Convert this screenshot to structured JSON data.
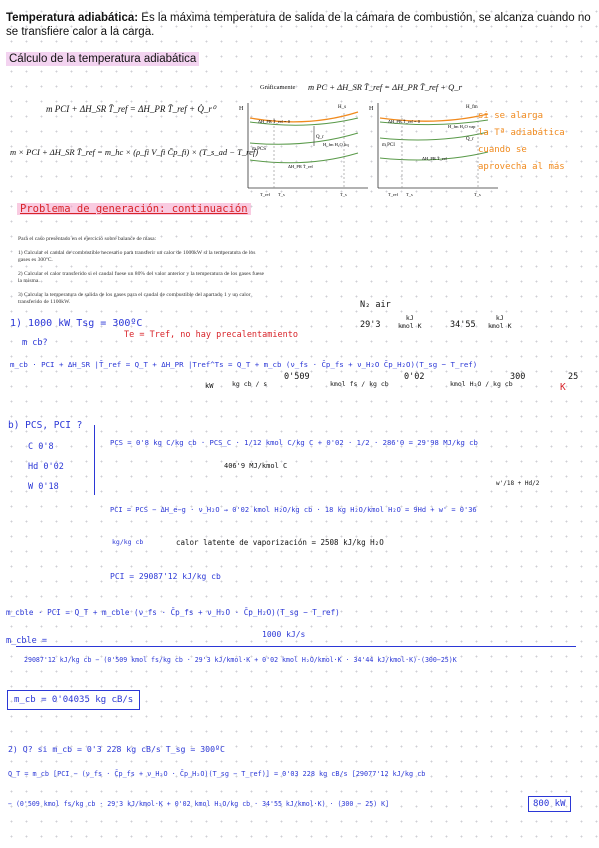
{
  "intro": {
    "bold": "Temperatura adiabática:",
    "text": " Es la máxima temperatura de salida de la cámara de combustión, se alcanza cuando no se transfiere calor a la carga."
  },
  "subtitle": "Cálculo de la temperatura adiabática",
  "formulas": {
    "f1": "m PCI + ΔH_SR T̄_ref = ΔH_PR T̄_ref + Q̇_r⁰",
    "f2": "m × PCI + ΔH_SR T̄_ref = m_hc × (ρ_fi V_fi C̄p_fi) × (T_s_ad − T_ref)"
  },
  "graphs": {
    "caption": "Gráficamente",
    "eq": "m PC + ΔH_SR T̄_ref = ΔH_PR T̄_ref + Q_r",
    "left": {
      "H": "H",
      "Hs": "H_s",
      "tag1": "ΔH_PR T̄_ref = 0",
      "Qr": "Q_r",
      "Hfm": "H_fm H₂O liq",
      "mpcs": "m PCS",
      "tag2": "ΔH_PR T̄_ref",
      "tref": "T_ref",
      "tx": "T_s",
      "ts": "T_s"
    },
    "right": {
      "H": "H",
      "Hm": "H_fm",
      "tag1": "ΔH_PR T̄_ref = 0",
      "Hfm": "H_fm H₂O vap",
      "Qr": "Q_r",
      "mpci": "m PCI",
      "tag2": "ΔH_PR T̄_ref",
      "tref": "T_ref",
      "tx": "T_s",
      "ts": "T_s"
    }
  },
  "side_note": [
    "si se alarga",
    "la Tª adiabática",
    "cuando se",
    "aprovecha al más"
  ],
  "problem_title": "Problema de generación: continuación",
  "problem": {
    "lead": "Para el caso presentado en el ejercicio sobre balance de masa:",
    "q1": "1) Calcular el caudal de combustible necesario para transferir un calor de 1000kW si la temperatura de los gases es 300ºC.",
    "q2": "2) Calcular el calor transferido si el caudal fuese un 80% del valor anterior y la temperatura de los gases fuese la misma.",
    "q3": "3) Calcular la temperatura de salida de los gases para el caudal de combustible del apartado 1 y un calor transferido de 1100kW."
  },
  "notes": {
    "n2air": "N₂ air",
    "cp1": "29'3",
    "cp2": "34'55",
    "unit_kJ": "kJ",
    "unit_kmolK": "kmol K",
    "a1": "1) 1000 kW   Tsg = 300ºC",
    "mcb": "m cb?",
    "red1": "Te = Tref, no hay precalentamiento",
    "balance": "m_cb · PCI + ΔH_SR |T̄_ref = Q_T + ΔH_PR |Tref^Ts = Q_T + m_cb (ν_fs · C̄p_fs + ν_H₂O C̄p_H₂O)(T_sg − T_ref)",
    "v1": "0'509",
    "v2": "0'02",
    "t300": "300",
    "t25": "25",
    "u1": "kW",
    "u2": "kg cb / s",
    "u3": "kmol fs / kg cb",
    "u4": "kmol H₂O / kg cb",
    "uk": "K",
    "b_title": "b) PCS, PCI ?",
    "c": "C  0'8",
    "h": "Hd  0'02",
    "w": "W  0'18",
    "pcs": "PCS = 0'8 kg C/kg cb · PCS_C · 1/12 kmol C/kg C + 0'02 · 1/2 · 286'0 = 29'98 MJ/kg cb",
    "pcs_c": "406'9 MJ/kmol C",
    "side_w": "w'/18 + Hd/2",
    "pci": "PCI = PCS − ΔH_e−g · ν_H₂O → 0'02 kmol H₂O/kg cb · 18 kg H₂O/kmol H₂O = 9Hd + w' = 0'36",
    "pci_u": "kg/kg cb",
    "latent": "calor latente de vaporización = 2508 kJ/kg H₂O",
    "pci_val": "PCI = 29087'12 kJ/kg cb",
    "main_eq": "m_cble · PCI = Q_T + m_cble (ν_fs · C̄p_fs + ν_H₂O · C̄p_H₂O)(T_sg − T_ref)",
    "m_cble": "m_cble =",
    "num": "1000 kJ/s",
    "den": "29087'12 kJ/kg cb − (0'509 kmol fs/kg cb · 29'3 kJ/kmol·K + 0'02 kmol H₂O/kmol·K · 34'44 kJ/kmol·K)·(300−25)K",
    "result1": "m_cb = 0'04035 kg cB/s",
    "a2": "2) Q? si m_cb = 0'3 228 kg cB/s   T_sg = 300ºC",
    "q_eq": "Q_T = m_cb [PCI − (ν_fs · C̄p_fs + ν_H₂O · C̄p_H₂O)(T_sg − T_ref)] = 0'03 228 kg cB/s [29077'12 kJ/kg cb",
    "q_eq2": "− (0'509 kmol fs/kg cb · 29'3 kJ/kmol·K + 0'02 kmol H₂O/kg cb · 34'55 kJ/kmol·K) · (300 − 25) K]",
    "result2": "800 kW"
  }
}
